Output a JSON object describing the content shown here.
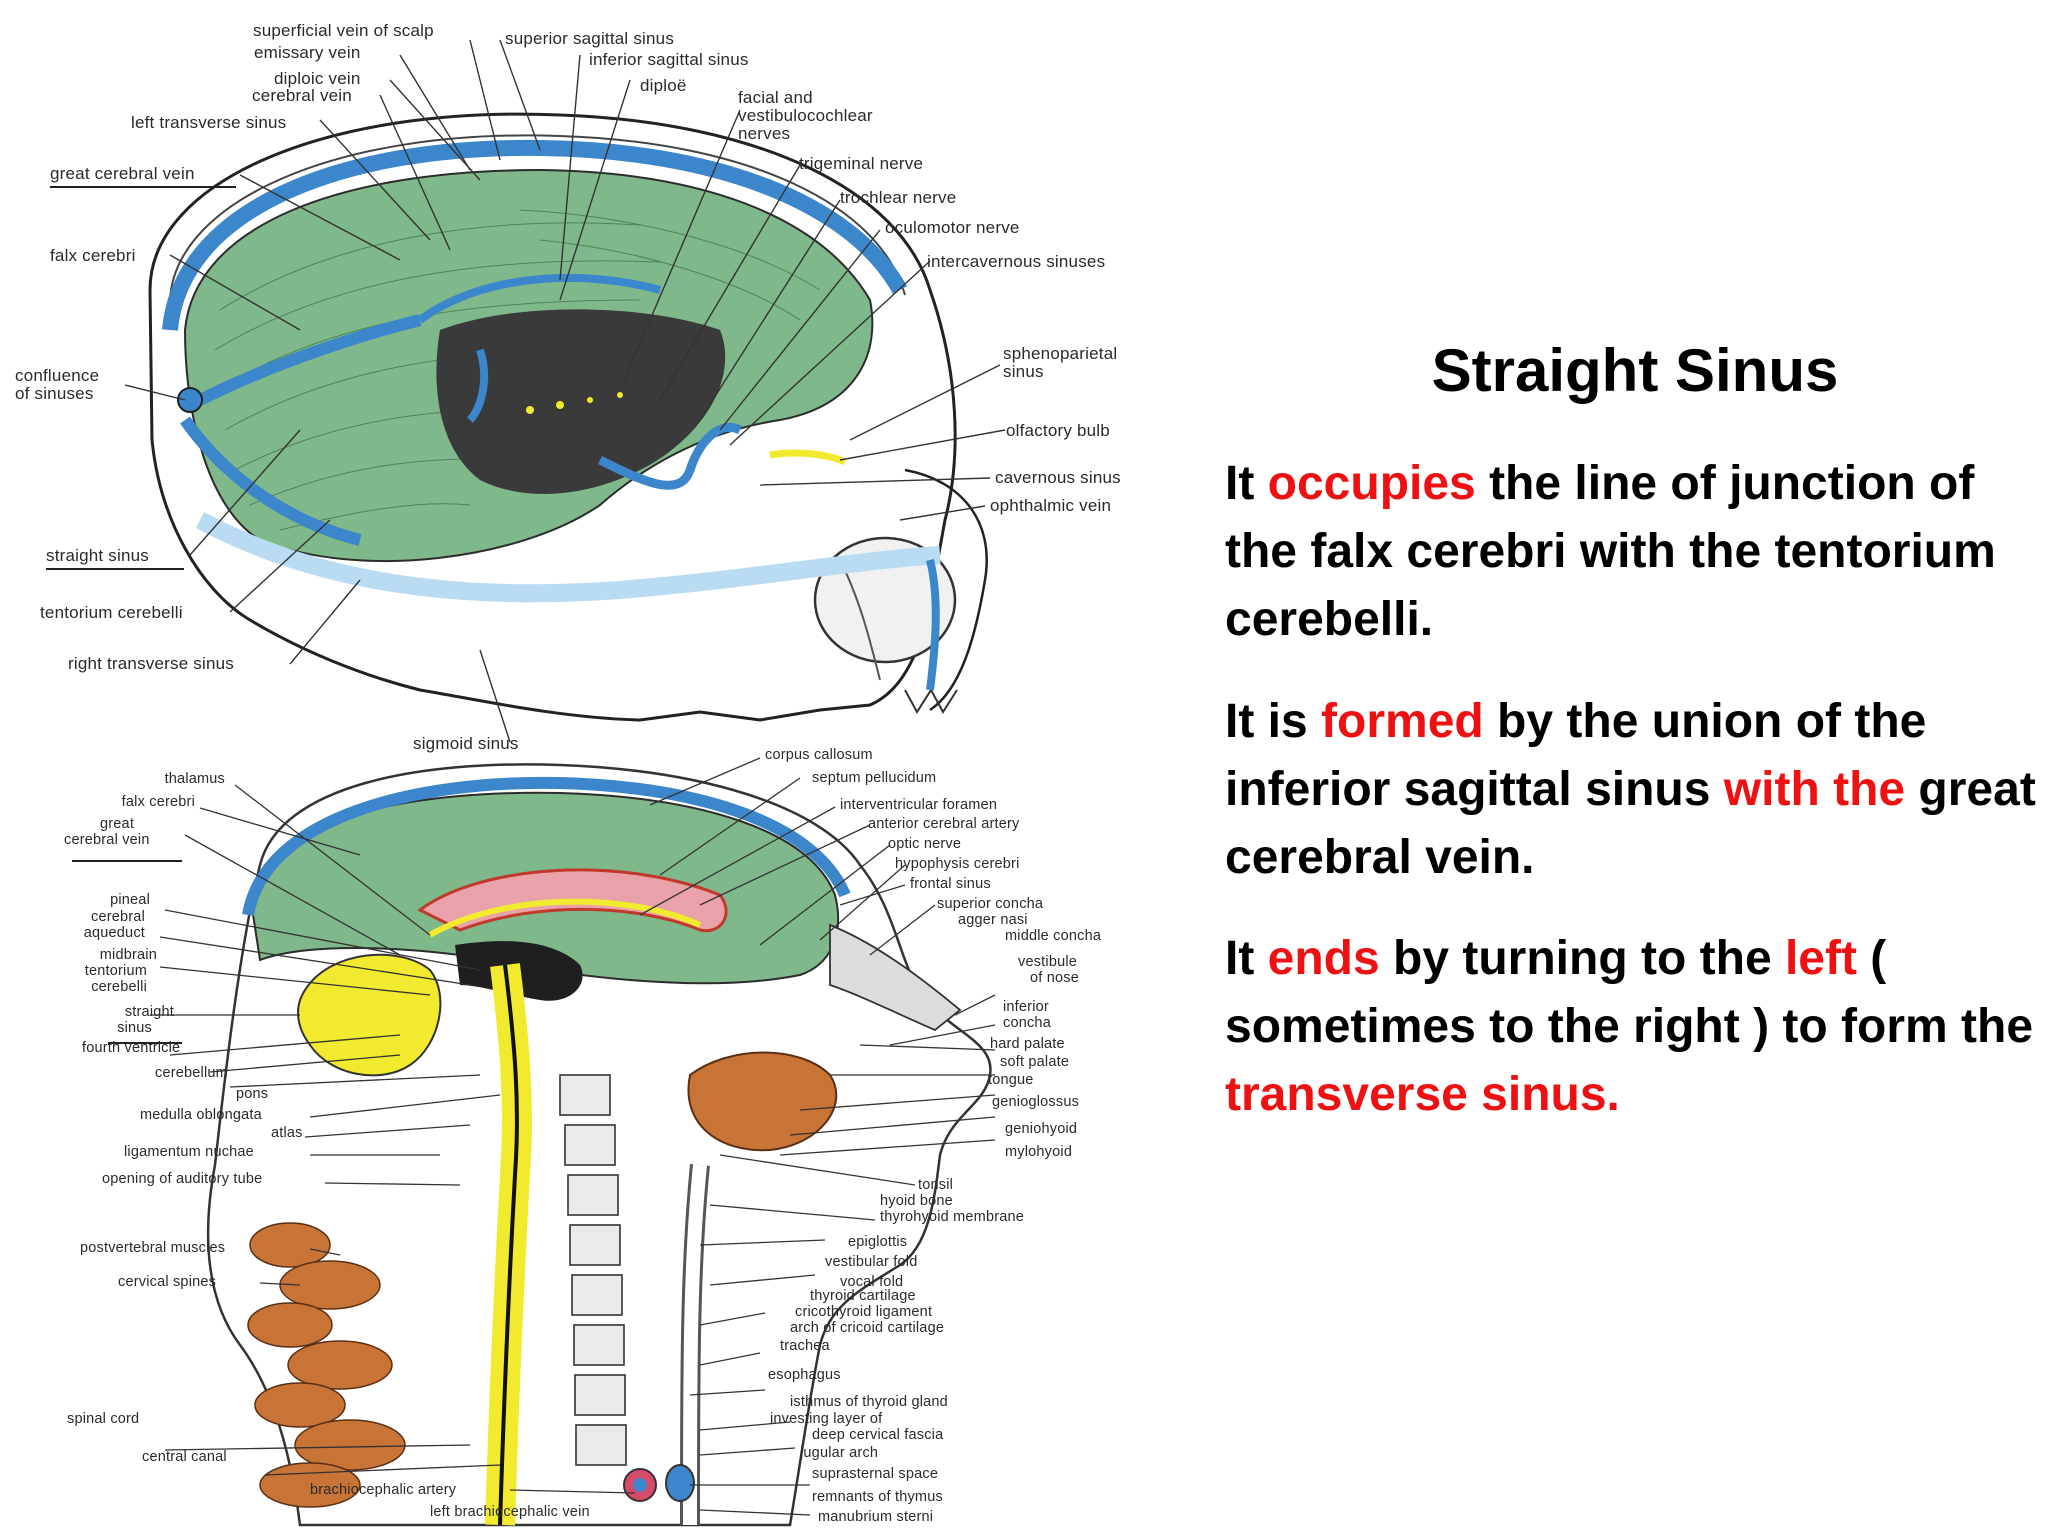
{
  "slide": {
    "title": "Straight Sinus",
    "paragraphs": [
      [
        {
          "t": "It ",
          "em": false
        },
        {
          "t": "occupies",
          "em": true
        },
        {
          "t": " the line of junction of the falx cerebri with the tentorium cerebelli.",
          "em": false
        }
      ],
      [
        {
          "t": "It is ",
          "em": false
        },
        {
          "t": "formed",
          "em": true
        },
        {
          "t": " by the union of the inferior sagittal sinus ",
          "em": false
        },
        {
          "t": "with the",
          "em": true
        },
        {
          "t": " great cerebral vein.",
          "em": false
        }
      ],
      [
        {
          "t": "It ",
          "em": false
        },
        {
          "t": "ends",
          "em": true
        },
        {
          "t": " by turning to the ",
          "em": false
        },
        {
          "t": "left",
          "em": true
        },
        {
          "t": " ( sometimes to the right ) to form the ",
          "em": false
        },
        {
          "t": "transverse sinus.",
          "em": true
        }
      ]
    ]
  },
  "colors": {
    "text": "#000000",
    "emphasis": "#ee1111",
    "sinus_blue": "#3c86cc",
    "brain_green": "#7fb88a",
    "spinal_yellow": "#f1ea2e",
    "muscle_brown": "#c87437"
  },
  "top_diagram": {
    "labels": [
      {
        "id": "superficial-vein-of-scalp",
        "text": "superficial vein of scalp"
      },
      {
        "id": "superior-sagittal-sinus",
        "text": "superior sagittal sinus"
      },
      {
        "id": "emissary-vein",
        "text": "emissary vein"
      },
      {
        "id": "inferior-sagittal-sinus",
        "text": "inferior sagittal sinus"
      },
      {
        "id": "diploic-vein",
        "text": "diploic vein"
      },
      {
        "id": "diploe",
        "text": "diploë"
      },
      {
        "id": "cerebral-vein",
        "text": "cerebral vein"
      },
      {
        "id": "facial-vestibulocochlear-1",
        "text": "facial and"
      },
      {
        "id": "facial-vestibulocochlear-2",
        "text": "vestibulocochlear"
      },
      {
        "id": "facial-vestibulocochlear-3",
        "text": "nerves"
      },
      {
        "id": "left-transverse-sinus",
        "text": "left transverse sinus"
      },
      {
        "id": "trigeminal-nerve",
        "text": "trigeminal nerve"
      },
      {
        "id": "great-cerebral-vein",
        "text": "great cerebral vein"
      },
      {
        "id": "trochlear-nerve",
        "text": "trochlear nerve"
      },
      {
        "id": "oculomotor-nerve",
        "text": "oculomotor nerve"
      },
      {
        "id": "falx-cerebri",
        "text": "falx cerebri"
      },
      {
        "id": "intercavernous-sinuses",
        "text": "intercavernous sinuses"
      },
      {
        "id": "sphenoparietal-1",
        "text": "sphenoparietal"
      },
      {
        "id": "sphenoparietal-2",
        "text": "sinus"
      },
      {
        "id": "confluence-1",
        "text": "confluence"
      },
      {
        "id": "confluence-2",
        "text": "of sinuses"
      },
      {
        "id": "olfactory-bulb",
        "text": "olfactory bulb"
      },
      {
        "id": "cavernous-sinus",
        "text": "cavernous sinus"
      },
      {
        "id": "ophthalmic-vein",
        "text": "ophthalmic vein"
      },
      {
        "id": "straight-sinus",
        "text": "straight sinus"
      },
      {
        "id": "tentorium-cerebelli",
        "text": "tentorium cerebelli"
      },
      {
        "id": "right-transverse-sinus",
        "text": "right transverse sinus"
      },
      {
        "id": "sigmoid-sinus",
        "text": "sigmoid sinus"
      }
    ]
  },
  "bottom_diagram": {
    "left_labels": [
      {
        "id": "thalamus",
        "text": "thalamus"
      },
      {
        "id": "falx-cerebri",
        "text": "falx cerebri"
      },
      {
        "id": "great-1",
        "text": "great"
      },
      {
        "id": "great-2",
        "text": "cerebral vein"
      },
      {
        "id": "pineal",
        "text": "pineal"
      },
      {
        "id": "cerebral-aqueduct-1",
        "text": "cerebral"
      },
      {
        "id": "cerebral-aqueduct-2",
        "text": "aqueduct"
      },
      {
        "id": "midbrain",
        "text": "midbrain"
      },
      {
        "id": "tentorium-1",
        "text": "tentorium"
      },
      {
        "id": "tentorium-2",
        "text": "cerebelli"
      },
      {
        "id": "straight-1",
        "text": "straight"
      },
      {
        "id": "straight-2",
        "text": "sinus"
      },
      {
        "id": "fourth-ventricle",
        "text": "fourth ventricle"
      },
      {
        "id": "cerebellum",
        "text": "cerebellum"
      },
      {
        "id": "pons",
        "text": "pons"
      },
      {
        "id": "medulla-oblongata",
        "text": "medulla oblongata"
      },
      {
        "id": "atlas",
        "text": "atlas"
      },
      {
        "id": "ligamentum-nuchae",
        "text": "ligamentum nuchae"
      },
      {
        "id": "opening-auditory-tube",
        "text": "opening of auditory tube"
      },
      {
        "id": "postvertebral-muscles",
        "text": "postvertebral muscles"
      },
      {
        "id": "cervical-spines",
        "text": "cervical spines"
      },
      {
        "id": "spinal-cord",
        "text": "spinal cord"
      },
      {
        "id": "central-canal",
        "text": "central canal"
      },
      {
        "id": "brachiocephalic-artery",
        "text": "brachiocephalic artery"
      },
      {
        "id": "left-brachiocephalic-vein",
        "text": "left brachiocephalic vein"
      }
    ],
    "right_labels": [
      {
        "id": "corpus-callosum",
        "text": "corpus callosum"
      },
      {
        "id": "septum-pellucidum",
        "text": "septum pellucidum"
      },
      {
        "id": "interventricular-foramen",
        "text": "interventricular foramen"
      },
      {
        "id": "anterior-cerebral-artery",
        "text": "anterior cerebral artery"
      },
      {
        "id": "optic-nerve",
        "text": "optic nerve"
      },
      {
        "id": "hypophysis-cerebri",
        "text": "hypophysis cerebri"
      },
      {
        "id": "frontal-sinus",
        "text": "frontal sinus"
      },
      {
        "id": "superior-concha",
        "text": "superior concha"
      },
      {
        "id": "agger-nasi",
        "text": "agger nasi"
      },
      {
        "id": "middle-concha",
        "text": "middle concha"
      },
      {
        "id": "vestibule-1",
        "text": "vestibule"
      },
      {
        "id": "vestibule-2",
        "text": "of nose"
      },
      {
        "id": "inferior-1",
        "text": "inferior"
      },
      {
        "id": "inferior-2",
        "text": "concha"
      },
      {
        "id": "hard-palate",
        "text": "hard palate"
      },
      {
        "id": "soft-palate",
        "text": "soft palate"
      },
      {
        "id": "tongue",
        "text": "tongue"
      },
      {
        "id": "genioglossus",
        "text": "genioglossus"
      },
      {
        "id": "geniohyoid",
        "text": "geniohyoid"
      },
      {
        "id": "mylohyoid",
        "text": "mylohyoid"
      },
      {
        "id": "tonsil",
        "text": "tonsil"
      },
      {
        "id": "hyoid-bone",
        "text": "hyoid bone"
      },
      {
        "id": "thyrohyoid-membrane",
        "text": "thyrohyoid membrane"
      },
      {
        "id": "epiglottis",
        "text": "epiglottis"
      },
      {
        "id": "vestibular-fold",
        "text": "vestibular fold"
      },
      {
        "id": "vocal-fold",
        "text": "vocal fold"
      },
      {
        "id": "thyroid-cartilage",
        "text": "thyroid cartilage"
      },
      {
        "id": "cricothyroid-ligament",
        "text": "cricothyroid ligament"
      },
      {
        "id": "arch-cricoid",
        "text": "arch of cricoid cartilage"
      },
      {
        "id": "trachea",
        "text": "trachea"
      },
      {
        "id": "esophagus",
        "text": "esophagus"
      },
      {
        "id": "isthmus-thyroid",
        "text": "isthmus of thyroid gland"
      },
      {
        "id": "investing-1",
        "text": "investing layer of"
      },
      {
        "id": "investing-2",
        "text": "deep cervical fascia"
      },
      {
        "id": "jugular-arch",
        "text": "jugular arch"
      },
      {
        "id": "suprasternal-space",
        "text": "suprasternal space"
      },
      {
        "id": "remnants-thymus",
        "text": "remnants of thymus"
      },
      {
        "id": "manubrium-sterni",
        "text": "manubrium sterni"
      }
    ]
  }
}
